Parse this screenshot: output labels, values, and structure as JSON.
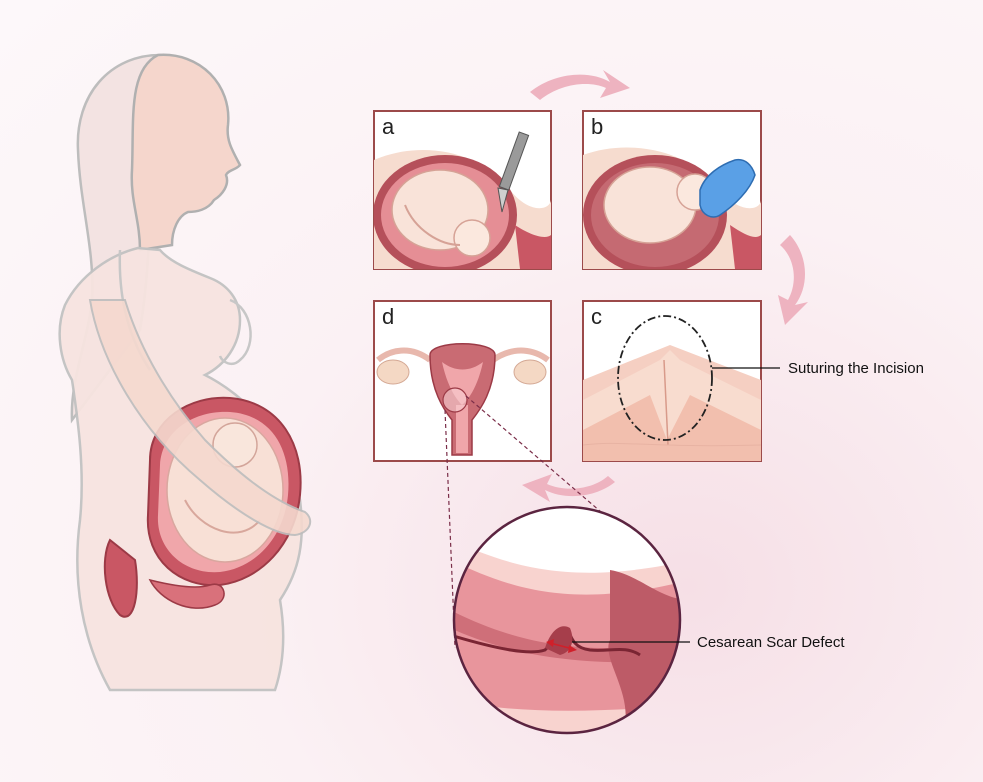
{
  "panels": {
    "a": {
      "letter": "a"
    },
    "b": {
      "letter": "b"
    },
    "c": {
      "letter": "c"
    },
    "d": {
      "letter": "d"
    }
  },
  "labels": {
    "suturing": "Suturing the Incision",
    "scar_defect": "Cesarean Scar Defect"
  },
  "colors": {
    "panel_border": "#9c4a4a",
    "uterus_dark": "#b5505a",
    "uterus_mid": "#e58e95",
    "uterus_light": "#f2b9b8",
    "skin": "#f6dccf",
    "arrow": "#eeb3c0",
    "glove": "#5aa0e6",
    "scar_arrow": "#d0202a"
  }
}
